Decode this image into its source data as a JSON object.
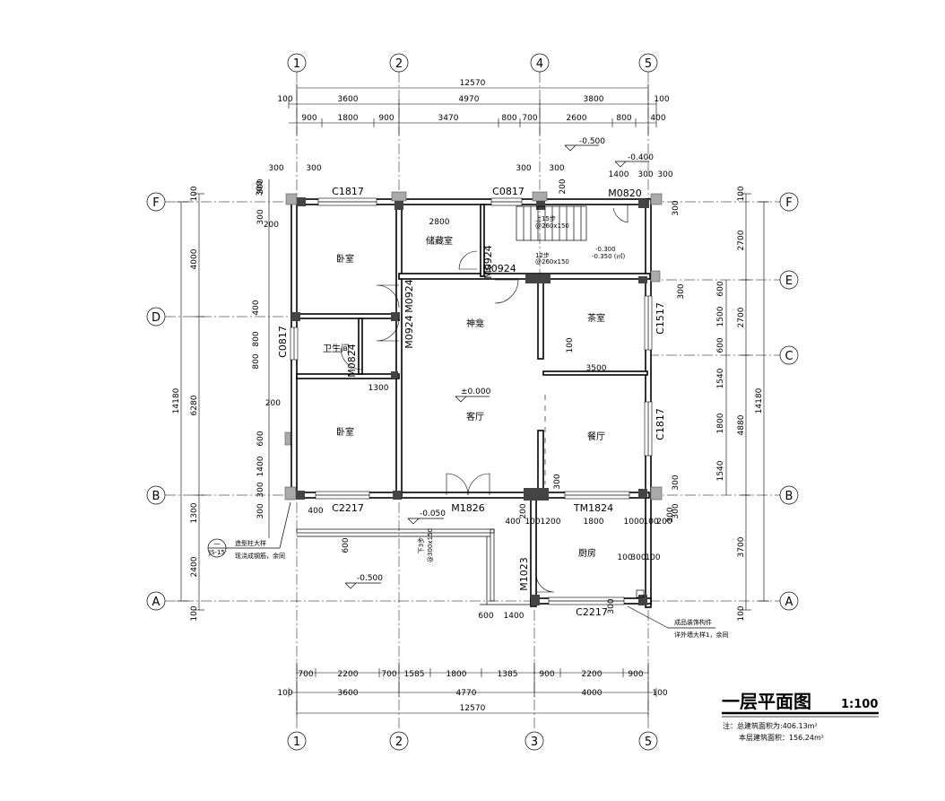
{
  "axes": {
    "top": [
      "1",
      "2",
      "4",
      "5"
    ],
    "bottom": [
      "1",
      "2",
      "3",
      "5"
    ],
    "left": [
      "F",
      "D",
      "B",
      "A"
    ],
    "right": [
      "F",
      "E",
      "C",
      "B",
      "A"
    ]
  },
  "dims": {
    "top_total": "12570",
    "top_row2": [
      "100",
      "3600",
      "4970",
      "3800",
      "100"
    ],
    "top_row3": [
      "900",
      "1800",
      "900",
      "3470",
      "800",
      "700",
      "2600",
      "800",
      "400"
    ],
    "bottom_row1": [
      "700",
      "2200",
      "700",
      "1585",
      "1800",
      "1385",
      "900",
      "2200",
      "900"
    ],
    "bottom_row2": [
      "100",
      "3600",
      "4770",
      "4000",
      "100"
    ],
    "bottom_total": "12570",
    "left_outer": [
      "100",
      "4000",
      "6280",
      "1300",
      "2400",
      "100"
    ],
    "left_total": "14180",
    "left_inner": [
      "300",
      "200",
      "400",
      "800",
      "800",
      "200",
      "600",
      "1400",
      "300",
      "300"
    ],
    "right_outer": [
      "100",
      "2700",
      "2700",
      "4880",
      "3700",
      "100"
    ],
    "right_total": "14180",
    "right_inner": [
      "300",
      "300",
      "600",
      "1500",
      "600",
      "1540",
      "1800",
      "1540",
      "300",
      "300"
    ],
    "interior": [
      "300",
      "300",
      "300",
      "300",
      "300",
      "300",
      "1400",
      "300",
      "300",
      "200",
      "2800",
      "1300",
      "3500",
      "100",
      "300",
      "200",
      "400",
      "100",
      "1200",
      "1800",
      "1000",
      "100",
      "200",
      "300",
      "100",
      "300",
      "100",
      "600",
      "1400",
      "300",
      "400"
    ]
  },
  "rooms": {
    "bedroom": "卧室",
    "storage": "储藏室",
    "shrine": "神龛",
    "tea_room": "茶室",
    "bathroom": "卫生间",
    "living_room": "客厅",
    "dining_room": "餐厅",
    "kitchen": "厨房"
  },
  "codes": {
    "c1817_top": "C1817",
    "c0817_top": "C0817",
    "m0820": "M0820",
    "m0924_a": "M0924",
    "m0924_b": "M0924",
    "m0924_c": "M0924",
    "m0924_d": "M0924",
    "c0817_left": "C0817",
    "m0824": "M0824",
    "c1517": "C1517",
    "c1817_right": "C1817",
    "c2217_left": "C2217",
    "m1826": "M1826",
    "tm1824": "TM1824",
    "m1023": "M1023",
    "c2217_bottom": "C2217"
  },
  "levels": {
    "l1": "-0.500",
    "l2": "-0.400",
    "l3": "±0.000",
    "l4": "-0.050",
    "l5": "-0.500",
    "l6": "-0.300",
    "l7": "-0.350 (㎡)"
  },
  "notes": {
    "stair1": "上15步",
    "stair2": "@260x150",
    "stair3": "12步",
    "stair4": "@260x150",
    "ramp1": "下3步",
    "ramp2": "@300x150",
    "legend_circle": "一",
    "legend_sub": "JS-15",
    "legend_1": "造型柱大样",
    "legend_2": "现浇成钢筋，余同",
    "callout_1": "成品装饰构件",
    "callout_2": "详外墙大样1，余同"
  },
  "title": {
    "main": "一层平面图",
    "scale": "1:100",
    "area1": "注：总建筑面积为:406.13m²",
    "area2": "本层建筑面积：156.24m²"
  }
}
